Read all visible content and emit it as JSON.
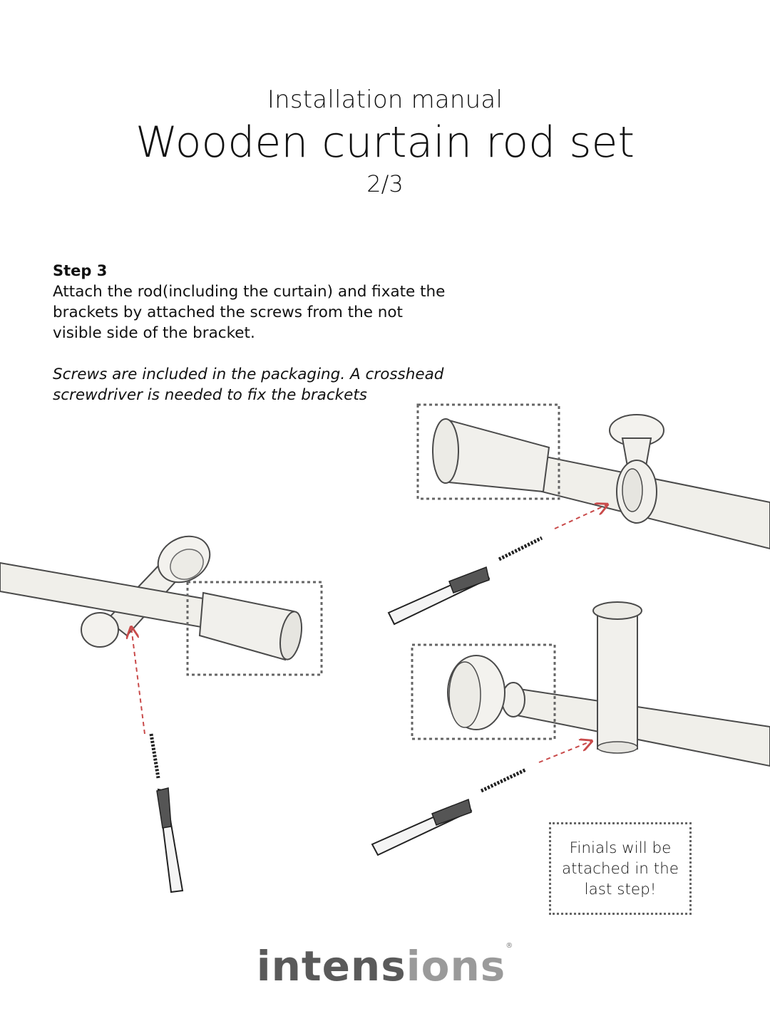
{
  "header": {
    "subtitle": "Installation manual",
    "title": "Wooden curtain rod set",
    "page": "2/3"
  },
  "step": {
    "title": "Step 3",
    "body": "Attach the rod(including the curtain) and fixate the brackets by attached the screws from the not visible side of the bracket.",
    "note": "Screws are included in the packaging. A crosshead screwdriver is needed to fix the brackets"
  },
  "callout": {
    "text": "Finials will be attached in the last step!"
  },
  "logo": {
    "part1": "intens",
    "part2": "ions",
    "mark": "®"
  },
  "colors": {
    "arrow": "#c94a4a",
    "wood": "#f1f0ec",
    "outline": "#4a4a4a"
  }
}
